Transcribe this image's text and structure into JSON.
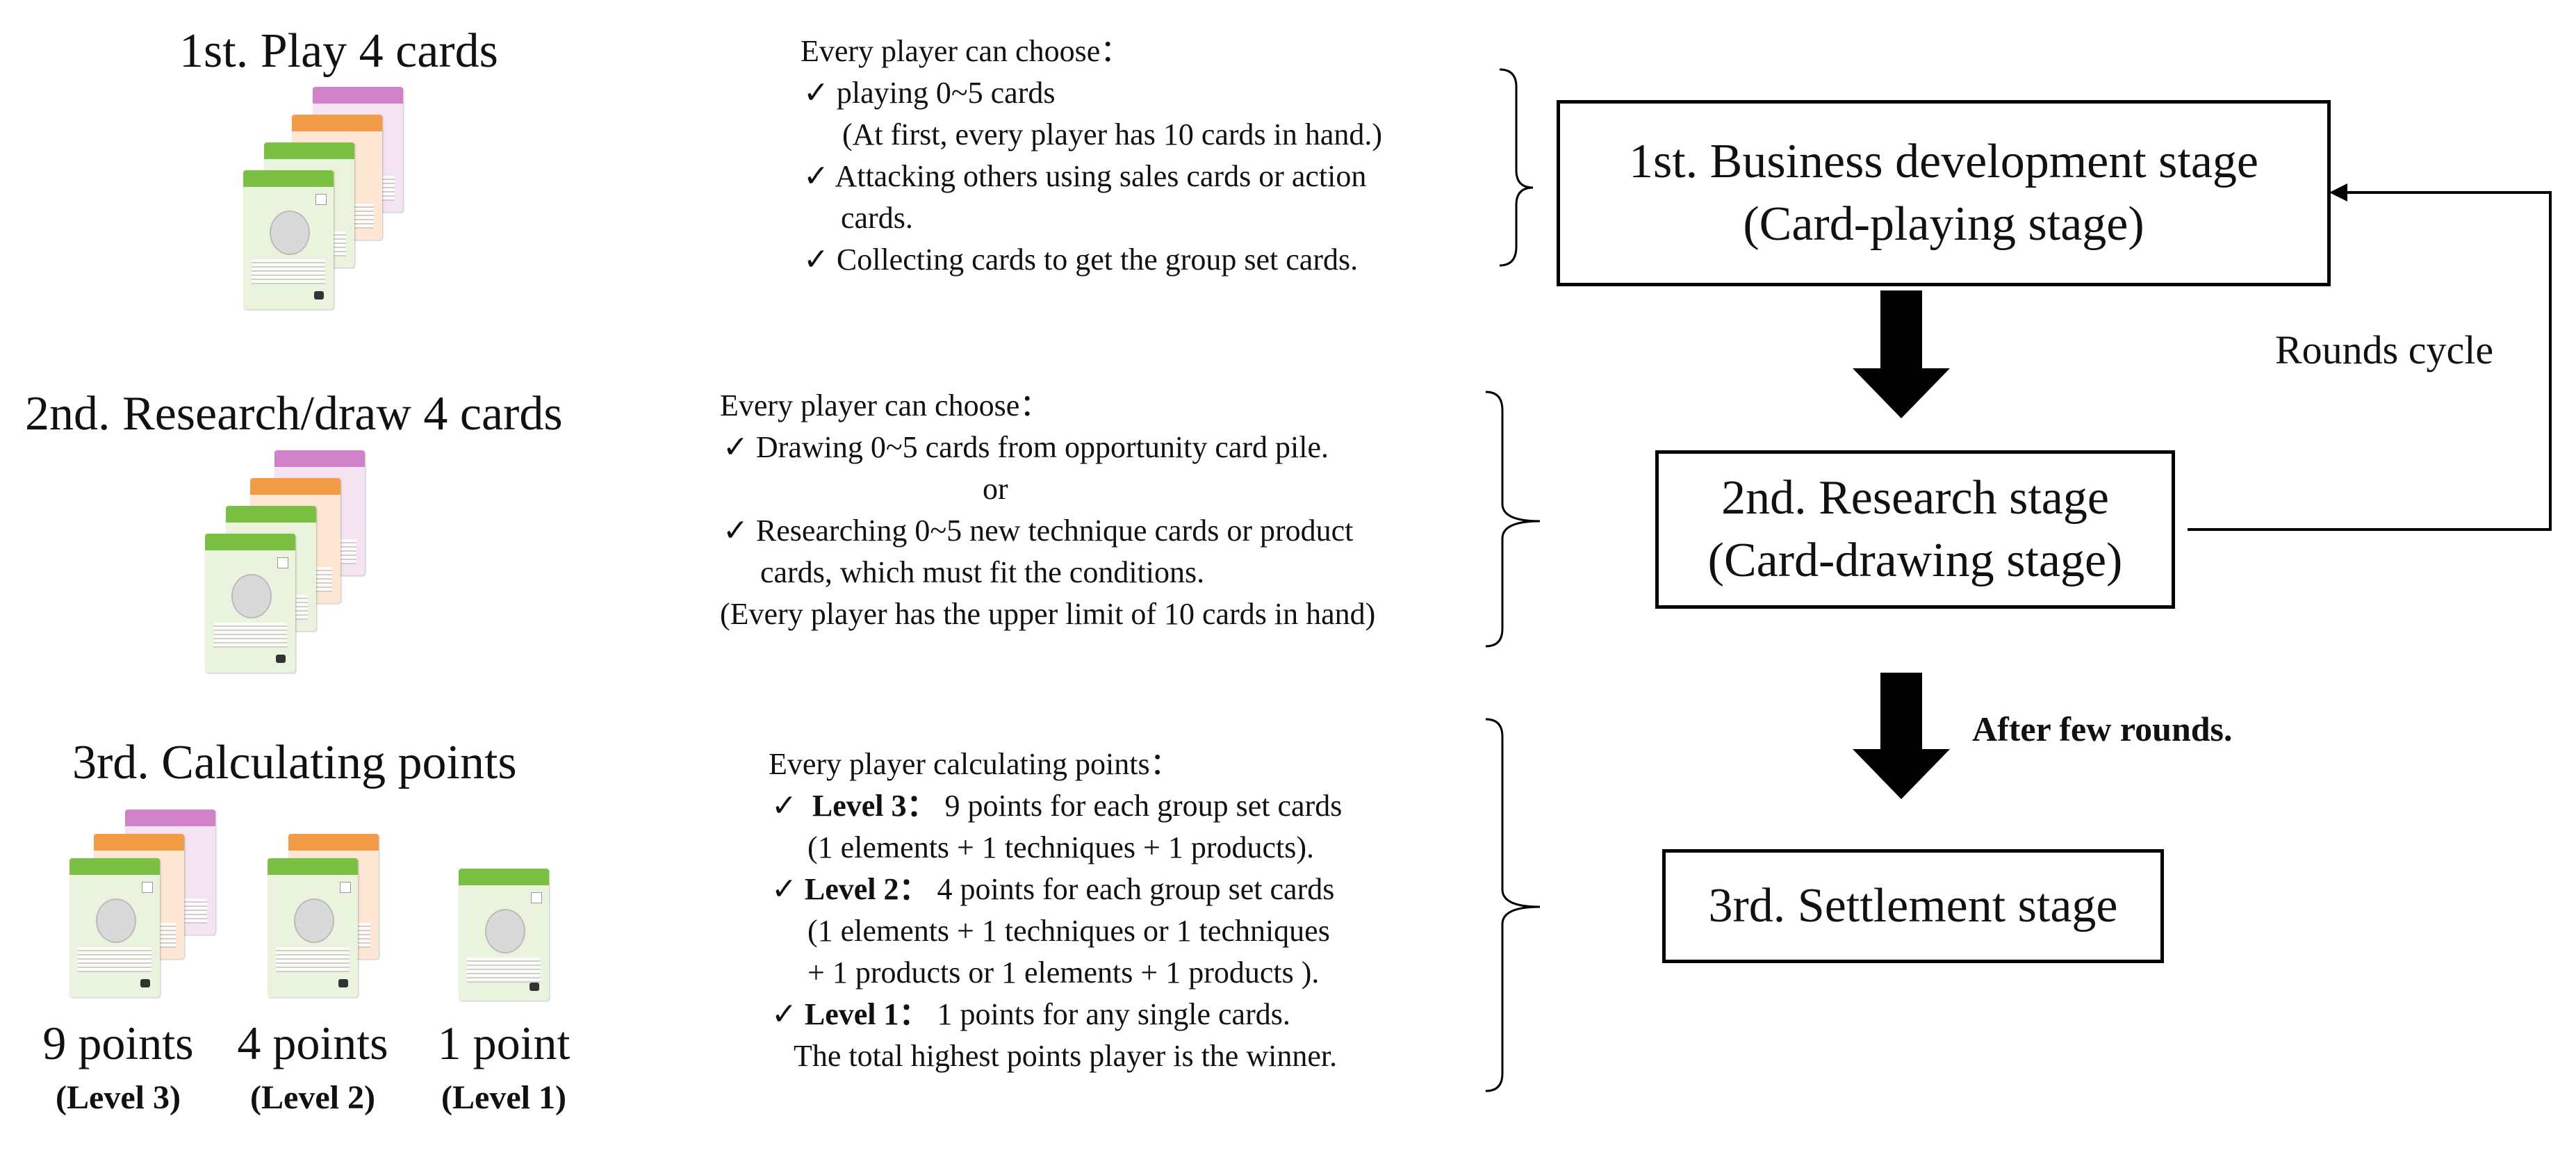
{
  "left": {
    "stage1_title": "1st. Play 4 cards",
    "stage2_title": "2nd. Research/draw 4 cards",
    "stage3_title": "3rd. Calculating points",
    "points": [
      {
        "value": "9 points",
        "level": "(Level 3)"
      },
      {
        "value": "4 points",
        "level": "(Level 2)"
      },
      {
        "value": "1 point",
        "level": "(Level 1)"
      }
    ]
  },
  "middle": {
    "block1": [
      "Every player can choose：",
      "✓ playing 0~5 cards",
      "(At first, every player has 10 cards in hand.)",
      "✓ Attacking others using sales cards or action",
      "cards.",
      "✓ Collecting cards to get the group set cards."
    ],
    "block2": [
      "Every player can choose：",
      "✓ Drawing 0~5 cards from opportunity card pile.",
      "or",
      "✓ Researching 0~5 new technique cards or product",
      "cards, which must fit the conditions.",
      "(Every player has the upper limit of 10 cards in hand)"
    ],
    "block3": {
      "intro": "Every player calculating points：",
      "level3_label": "Level 3：",
      "level3_text": "9 points for each group set cards",
      "level3_detail": "(1 elements + 1  techniques  + 1 products).",
      "level2_label": "Level 2：",
      "level2_text": "4 points for each group set cards",
      "level2_detail1": "(1 elements +  1 techniques  or  1 techniques",
      "level2_detail2": "+ 1 products or 1 elements + 1 products ).",
      "level1_label": "Level 1：",
      "level1_text": "1 points for any single cards.",
      "winner": "The total highest points player is the winner.",
      "check": "✓"
    }
  },
  "flow": {
    "stage1_line1": "1st. Business development stage",
    "stage1_line2": "(Card-playing stage)",
    "stage2_line1": "2nd. Research  stage",
    "stage2_line2": "(Card-drawing stage)",
    "stage3": "3rd. Settlement stage",
    "cycle_label": "Rounds cycle",
    "after_label": "After few rounds."
  },
  "colors": {
    "card_pink": "#cf82c8",
    "card_orange": "#f39c47",
    "card_green": "#7bc043",
    "arrow": "#000000"
  }
}
